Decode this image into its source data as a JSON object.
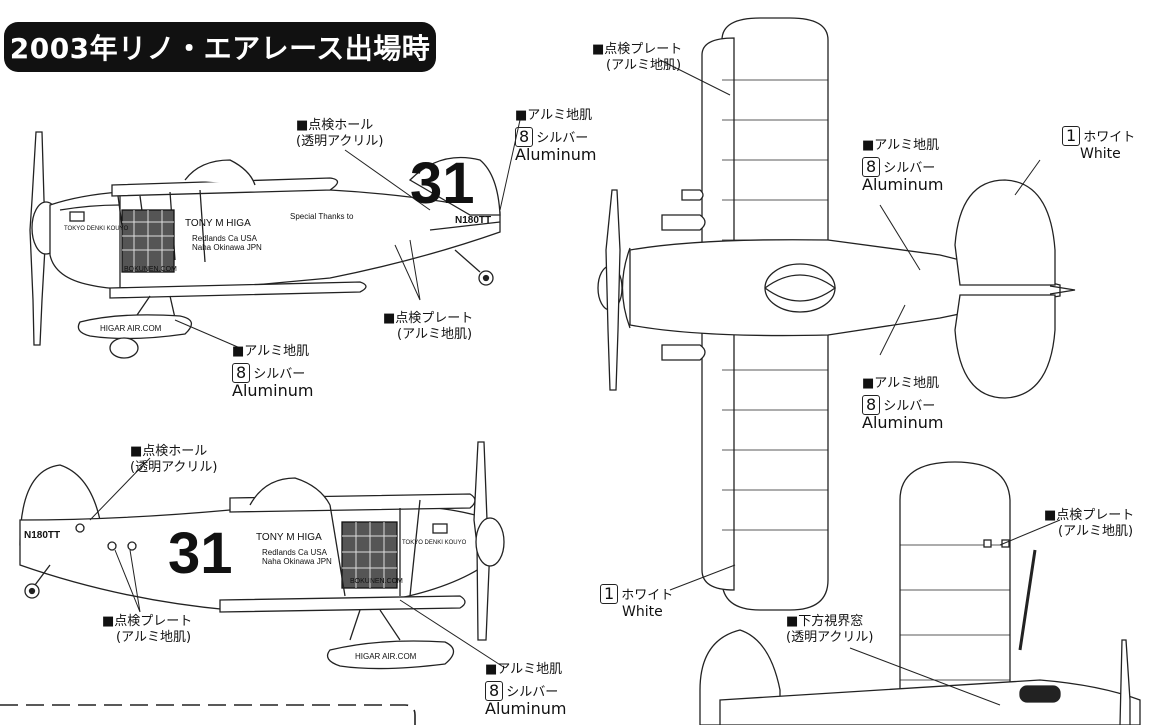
{
  "title": "2003年リノ・エアレース出場時",
  "callouts": {
    "inspection_hole": "■点検ホール",
    "clear_acrylic": "(透明アクリル)",
    "inspection_plate": "■点検プレート",
    "aluminum_skin_paren": "(アルミ地肌)",
    "aluminum_skin": "■アルミ地肌",
    "silver_num": "8",
    "silver_ja": "シルバー",
    "silver_en": "Aluminum",
    "white_num": "1",
    "white_ja": "ホワイト",
    "white_en": "White",
    "lower_window": "■下方視界窓",
    "lower_window_sub": "(透明アクリル)"
  },
  "aircraft": {
    "race_number": "31",
    "registration": "N180TT",
    "pilot_name": "TONY M HIGA",
    "wheel_pant_text": "HIGAR AIR.COM",
    "cowl_text": "TOKYO DENKI KOUYO",
    "fuselage_text": "BOKUNEN.COM",
    "sponsor_title": "Special Thanks to",
    "sponsor_line1": "Redlands Ca USA",
    "sponsor_line2": "Naha Okinawa JPN"
  }
}
